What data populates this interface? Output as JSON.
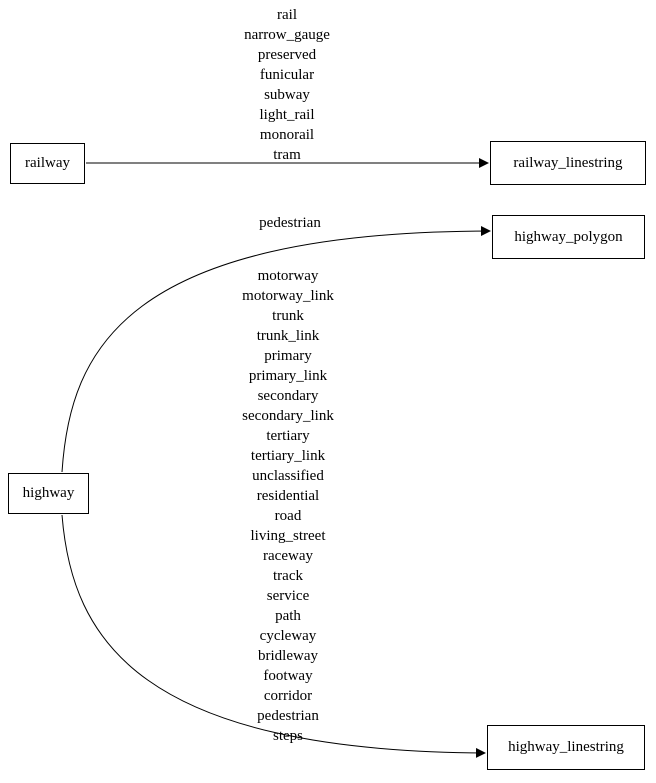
{
  "diagram": {
    "nodes": {
      "railway": {
        "label": "railway"
      },
      "railway_linestring": {
        "label": "railway_linestring"
      },
      "highway": {
        "label": "highway"
      },
      "highway_polygon": {
        "label": "highway_polygon"
      },
      "highway_linestring": {
        "label": "highway_linestring"
      }
    },
    "edges": [
      {
        "from": "railway",
        "to": "railway_linestring",
        "labels": [
          "rail",
          "narrow_gauge",
          "preserved",
          "funicular",
          "subway",
          "light_rail",
          "monorail",
          "tram"
        ]
      },
      {
        "from": "highway",
        "to": "highway_polygon",
        "labels": [
          "pedestrian"
        ]
      },
      {
        "from": "highway",
        "to": "highway_linestring",
        "labels": [
          "motorway",
          "motorway_link",
          "trunk",
          "trunk_link",
          "primary",
          "primary_link",
          "secondary",
          "secondary_link",
          "tertiary",
          "tertiary_link",
          "unclassified",
          "residential",
          "road",
          "living_street",
          "raceway",
          "track",
          "service",
          "path",
          "cycleway",
          "bridleway",
          "footway",
          "corridor",
          "pedestrian",
          "steps"
        ]
      }
    ],
    "colors": {
      "line": "#000000",
      "text": "#000000",
      "background": "#ffffff"
    }
  }
}
